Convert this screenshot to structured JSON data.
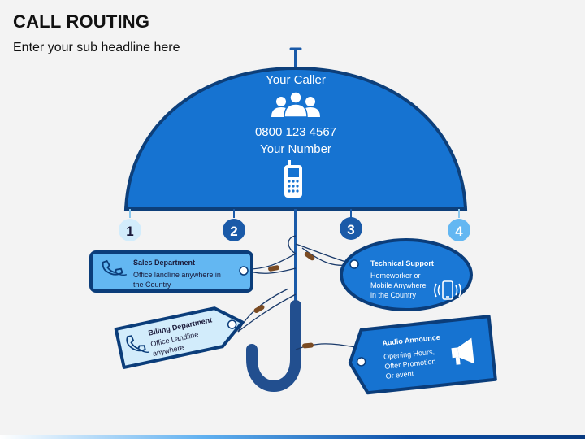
{
  "header": {
    "title": "CALL ROUTING",
    "subtitle": "Enter your sub headline here"
  },
  "umbrella": {
    "caller_label": "Your Caller",
    "phone_number": "0800 123 4567",
    "number_label": "Your Number",
    "caller_icon": "people-group-icon",
    "phone_icon": "mobile-phone-icon"
  },
  "markers": [
    "1",
    "2",
    "3",
    "4"
  ],
  "tags": {
    "sales": {
      "title": "Sales Department",
      "line1": "Office landline anywhere in",
      "line2": "the  Country",
      "icon": "telephone-handset-icon"
    },
    "billing": {
      "title": "Billing Department",
      "line1": "Office Landline",
      "line2": "anywhere",
      "icon": "telephone-handset-icon"
    },
    "technical": {
      "title": "Technical Support",
      "line1": "Homeworker or",
      "line2": "Mobile Anywhere",
      "line3": "in the Country",
      "icon": "smartphone-ringing-icon"
    },
    "audio": {
      "title": "Audio Announce",
      "line1": "Opening Hours,",
      "line2": "Offer Promotion",
      "line3": "Or event",
      "icon": "megaphone-icon"
    }
  },
  "colors": {
    "umbrella_blue": "#1673d1",
    "dark_blue": "#0b3d7a",
    "light_blue": "#63b7f2",
    "pale_blue": "#d2ecfb",
    "handle_blue": "#224f8f"
  }
}
